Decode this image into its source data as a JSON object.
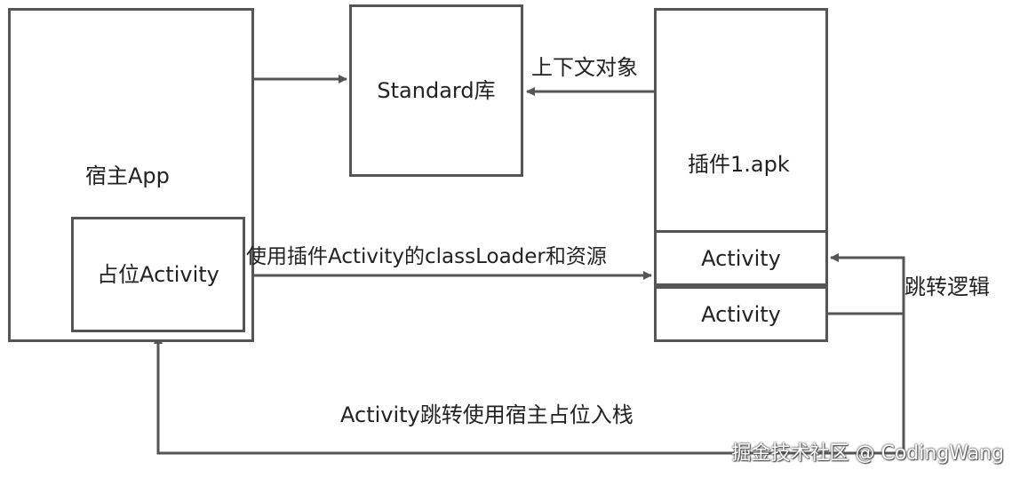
{
  "host": {
    "title": "宿主App",
    "placeholder": "占位Activity"
  },
  "standard": {
    "title": "Standard库"
  },
  "plugin": {
    "title": "插件1.apk",
    "activity_1": "Activity",
    "activity_2": "Activity"
  },
  "edges": {
    "context": "上下文对象",
    "use_loader": "使用插件Activity的classLoader和资源",
    "jump_logic": "跳转逻辑",
    "jump_stack": "Activity跳转使用宿主占位入栈"
  },
  "watermark": "掘金技术社区 @ CodingWang",
  "colors": {
    "line": "#555555",
    "text": "#222222"
  }
}
